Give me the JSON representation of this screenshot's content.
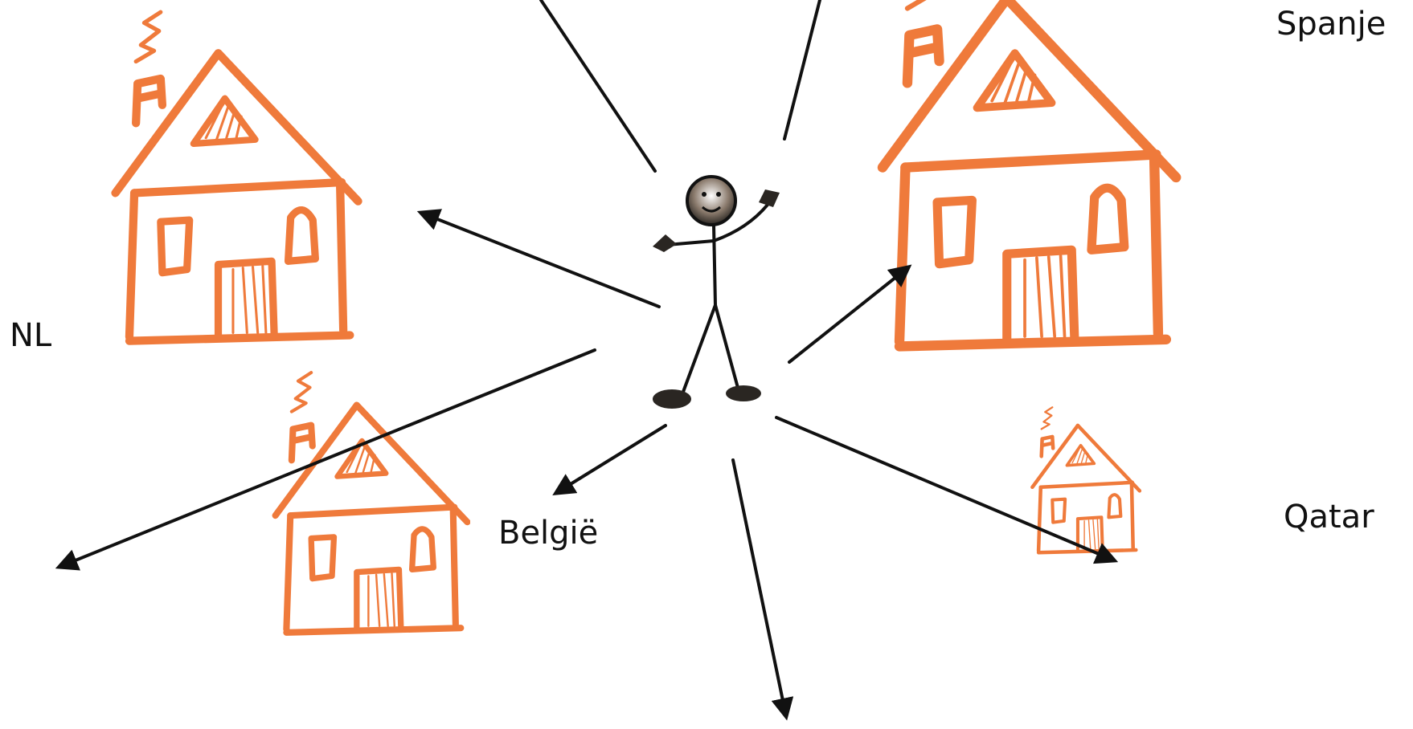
{
  "labels": {
    "nl": "NL",
    "belgie": "België",
    "spanje": "Spanje",
    "qatar": "Qatar"
  },
  "colors": {
    "house": "#ef7a3b",
    "arrow": "#111111",
    "figure": "#111111"
  },
  "icons": {
    "house": "house-icon",
    "person": "stick-figure-icon"
  }
}
